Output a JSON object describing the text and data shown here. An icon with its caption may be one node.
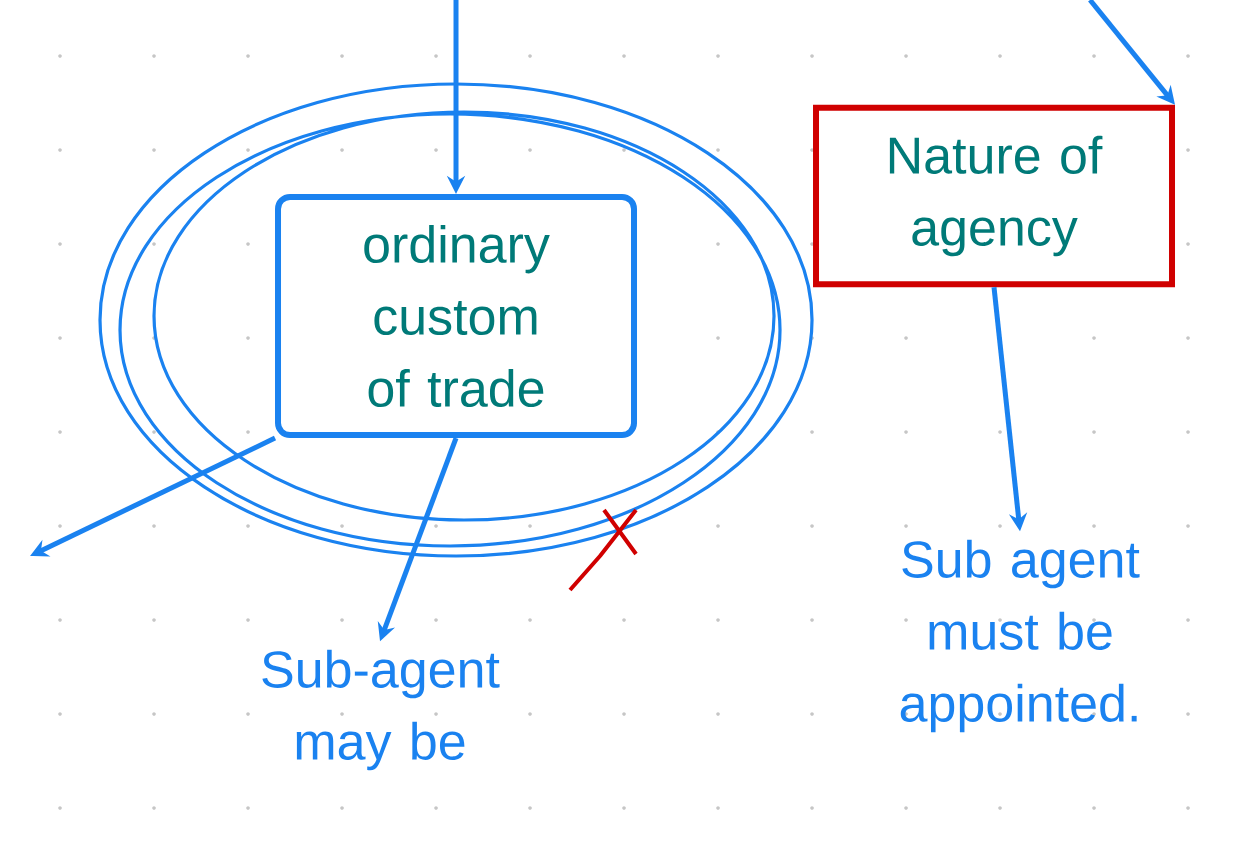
{
  "diagram": {
    "nodes": [
      {
        "text": [
          "ordinary custom of trade"
        ]
      },
      {
        "text": [
          "Nature of agency"
        ]
      },
      {
        "text": [
          "Sub-agent may be"
        ]
      },
      {
        "text": [
          "Sub agent must be appointed."
        ]
      }
    ],
    "edges": [
      {
        "from": null,
        "to": 0,
        "arrow": "to"
      },
      {
        "from": 0,
        "to": 2,
        "arrow": "to"
      },
      {
        "from": 0,
        "to": null,
        "arrow": "to"
      },
      {
        "from": null,
        "to": 1,
        "arrow": "to"
      },
      {
        "from": 1,
        "to": 3,
        "arrow": "to"
      }
    ]
  }
}
